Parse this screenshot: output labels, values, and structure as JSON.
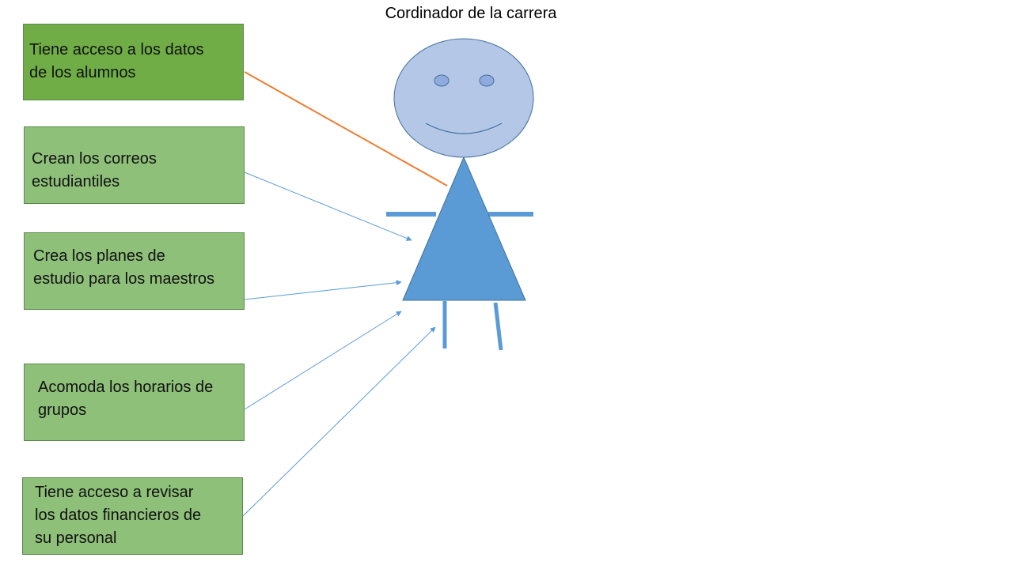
{
  "title": "Cordinador de la carrera",
  "boxes": [
    {
      "lines": [
        "Tiene acceso  a los datos",
        "de los alumnos"
      ]
    },
    {
      "lines": [
        "Crean los correos",
        "estudiantiles"
      ]
    },
    {
      "lines": [
        "Crea los planes de",
        "estudio para los maestros"
      ]
    },
    {
      "lines": [
        "Acomoda los horarios de",
        "grupos"
      ]
    },
    {
      "lines": [
        "Tiene acceso  a revisar",
        "los datos financieros de",
        "su personal"
      ]
    }
  ],
  "colors": {
    "box_highlight": "#70ad47",
    "box_fill": "#8fc07a",
    "head_fill": "#b4c7e7",
    "body_fill": "#5b9bd5",
    "connector_highlight": "#ed7d31",
    "connector": "#5b9bd5"
  }
}
